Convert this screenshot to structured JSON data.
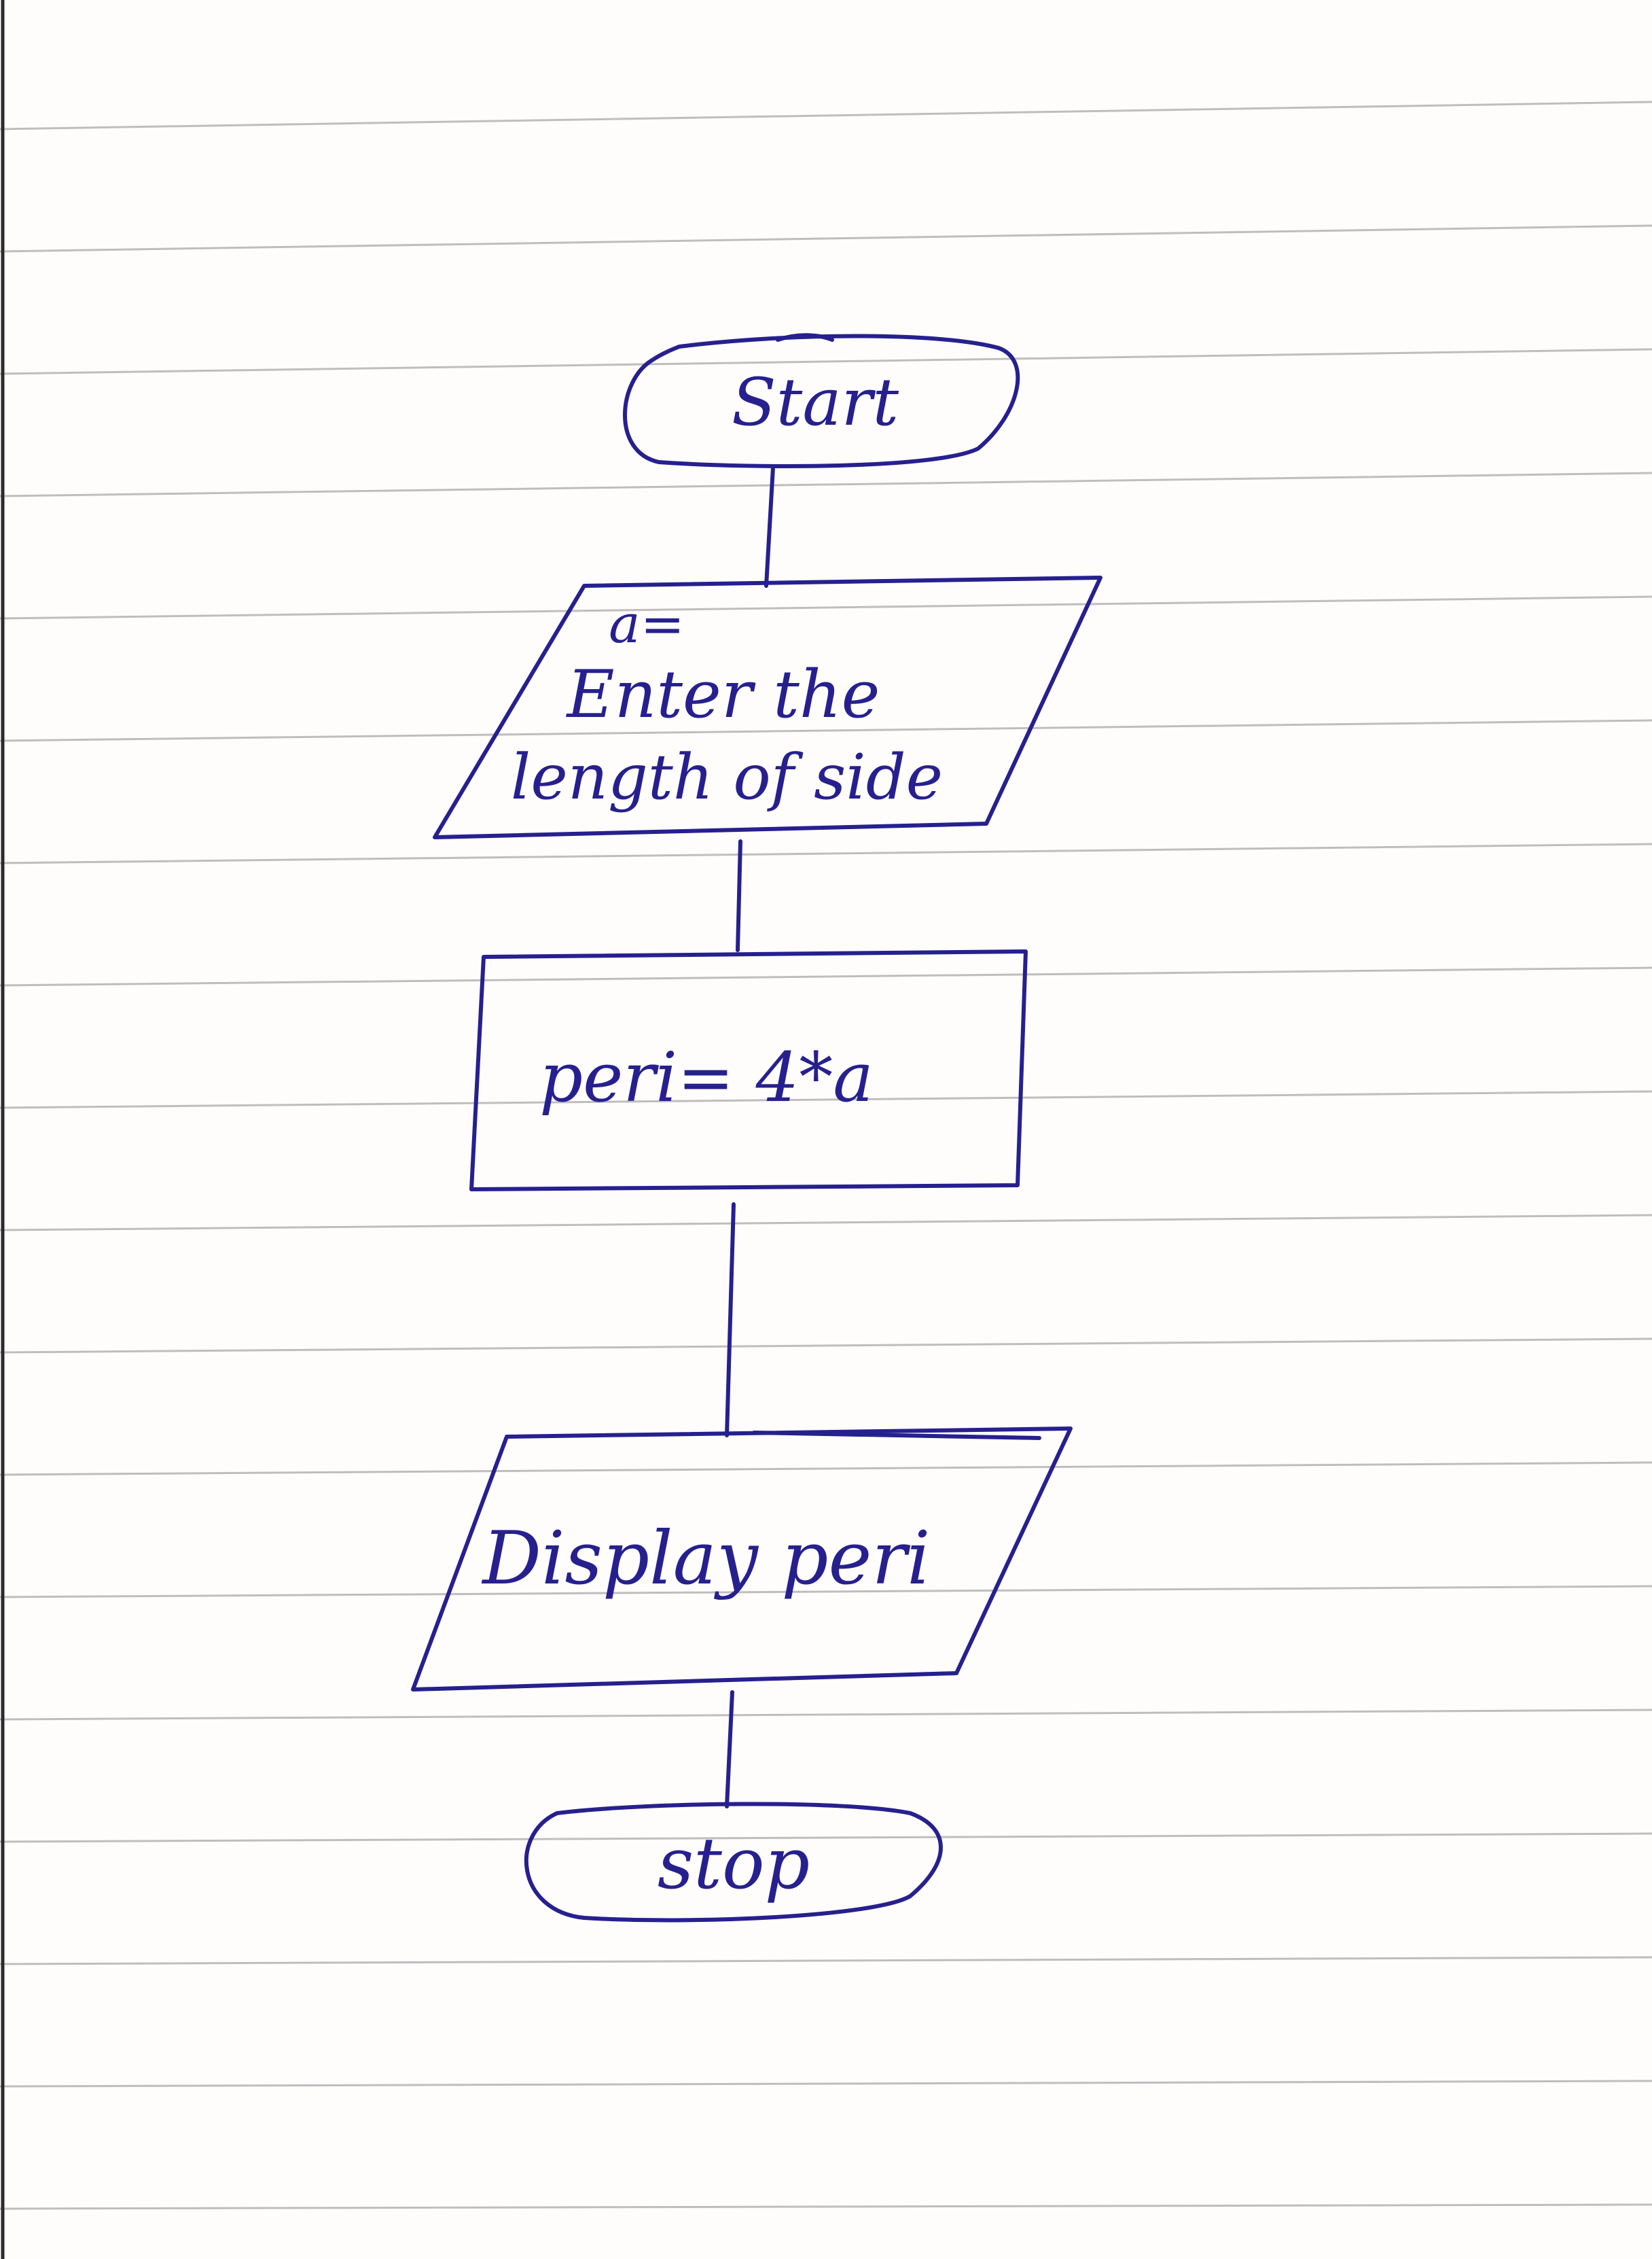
{
  "flowchart": {
    "start_label": "Start",
    "input_var": "a=",
    "input_line1": "Enter the",
    "input_line2": "length of side",
    "process_label": "peri= 4*a",
    "output_label": "Display peri",
    "stop_label": "stop"
  },
  "colors": {
    "ink": "#26208f",
    "paper": "#fefdfc",
    "rule": "#8c8a8c"
  }
}
